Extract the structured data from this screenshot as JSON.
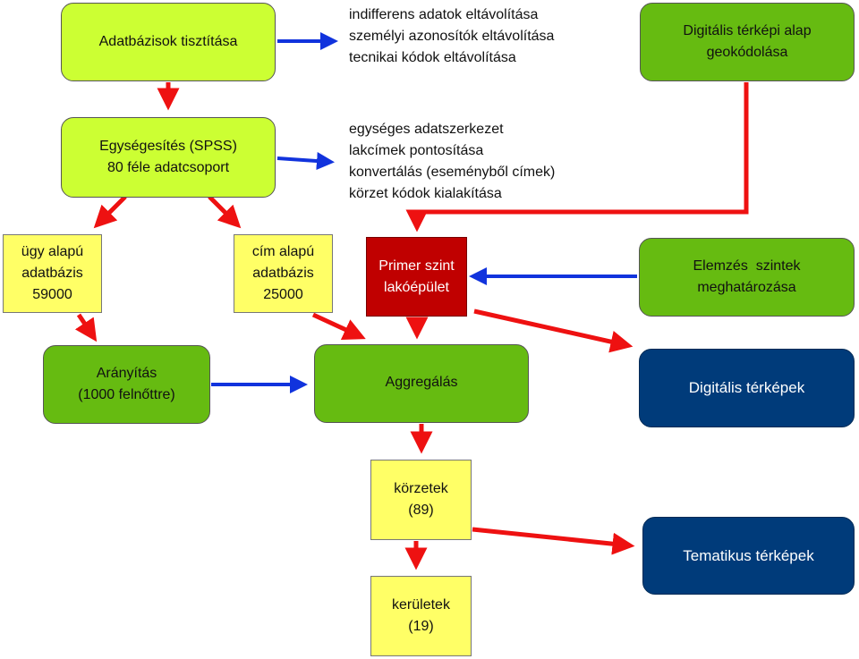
{
  "boxes": {
    "cleaning": "Adatbázisok tisztítása",
    "geocoding": [
      "Digitális térképi alap",
      "geokódolása"
    ],
    "unify": [
      "Egységesítés (SPSS)",
      "80 féle adatcsoport"
    ],
    "case_db": [
      "ügy alapú",
      "adatbázis",
      "59000"
    ],
    "addr_db": [
      "cím alapú",
      "adatbázis",
      "25000"
    ],
    "primary": [
      "Primer szint",
      "lakóépület"
    ],
    "levels": [
      "Elemzés  szintek",
      "meghatározása"
    ],
    "ratio": [
      "Arányítás",
      "(1000 felnőttre)"
    ],
    "aggregate": "Aggregálás",
    "digital_maps": "Digitális térképek",
    "districts": [
      "körzetek",
      "(89)"
    ],
    "boroughs": [
      "kerületek",
      "(19)"
    ],
    "thematic": "Tematikus térképek"
  },
  "notes": {
    "removal": [
      "indifferens adatok eltávolítása",
      "személyi azonosítók eltávolítása",
      "tecnikai kódok eltávolítása"
    ],
    "structure": [
      "egységes adatszerkezet",
      "lakcímek pontosítása",
      "konvertálás (eseményből címek)",
      "körzet kódok kialakítása"
    ]
  },
  "colors": {
    "lime": "#ccff33",
    "green": "#66bb11",
    "yellow": "#ffff66",
    "dark_red": "#c00000",
    "navy": "#003b7a",
    "arrow_red": "#ee1111",
    "arrow_blue": "#1133dd"
  }
}
